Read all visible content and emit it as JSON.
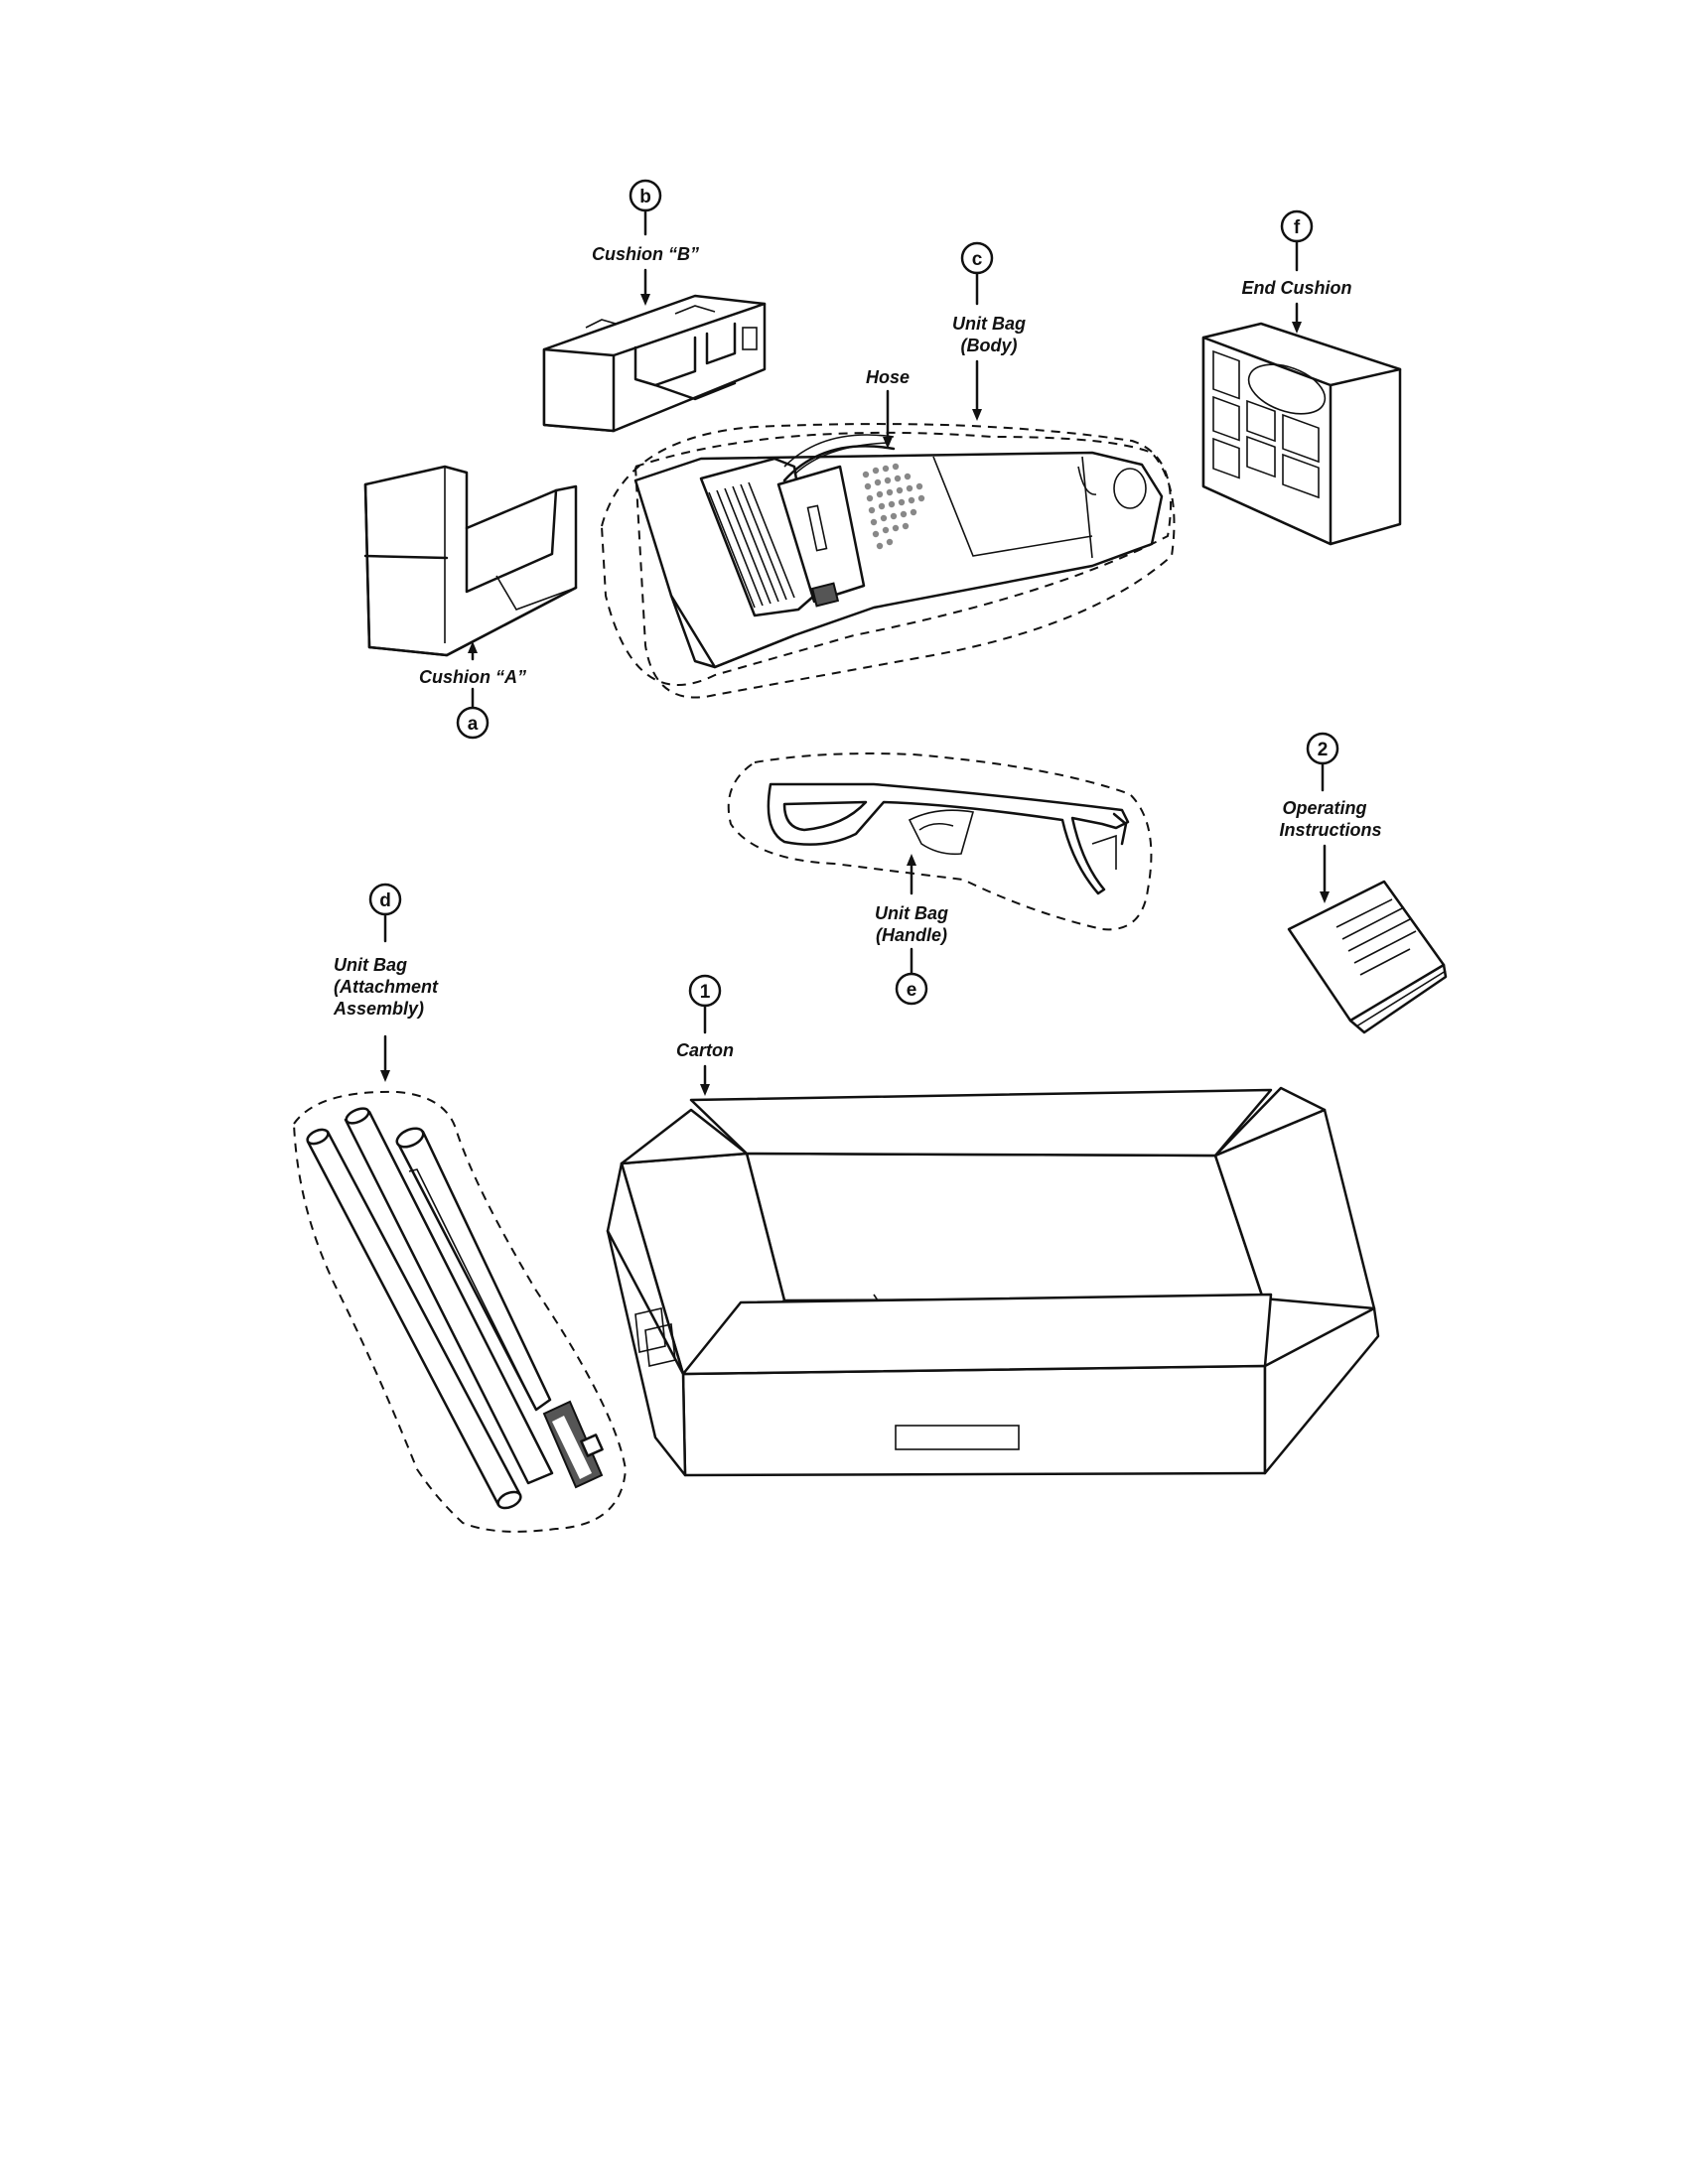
{
  "labels": {
    "cushion_b": "Cushion “B”",
    "cushion_a": "Cushion “A”",
    "unit_bag_body": [
      "Unit Bag",
      "(Body)"
    ],
    "hose": "Hose",
    "end_cushion": "End Cushion",
    "unit_bag_handle": [
      "Unit Bag",
      "(Handle)"
    ],
    "operating_instructions": [
      "Operating",
      "Instructions"
    ],
    "unit_bag_attachment": [
      "Unit Bag",
      "(Attachment",
      "Assembly)"
    ],
    "carton": "Carton"
  },
  "callouts": {
    "a": "a",
    "b": "b",
    "c": "c",
    "d": "d",
    "e": "e",
    "f": "f",
    "one": "1",
    "two": "2"
  },
  "icons": {
    "cushion_a": "foam-cushion-a-drawing",
    "cushion_b": "foam-cushion-b-drawing",
    "vacuum_body": "vacuum-body-drawing",
    "end_cushion": "end-cushion-drawing",
    "handle": "vacuum-handle-drawing",
    "instructions": "instruction-booklet-drawing",
    "attachments": "attachment-tubes-drawing",
    "carton": "open-carton-drawing"
  }
}
